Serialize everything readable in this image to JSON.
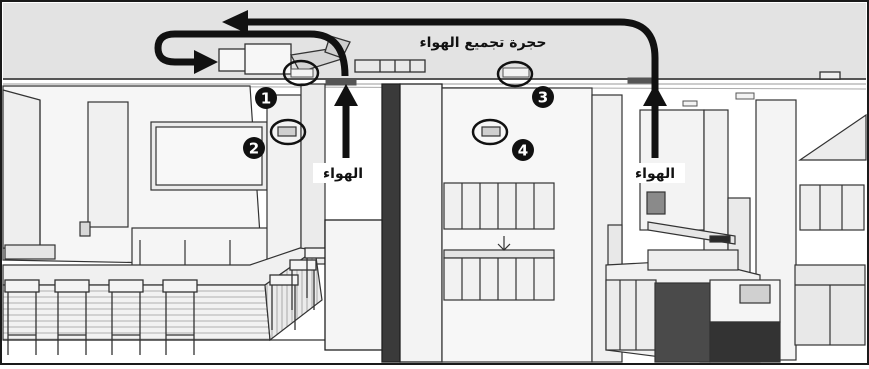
{
  "labels": {
    "plenum": "حجرة تجميع الهواء",
    "air_left": "الهواء",
    "air_right": "الهواء"
  },
  "markers": [
    "1",
    "2",
    "3",
    "4"
  ],
  "colors": {
    "line": "#1a1a1a",
    "ceiling": "#dcdcdc",
    "wall": "#f4f4f4",
    "dark_unit": "#3a3a3a"
  }
}
